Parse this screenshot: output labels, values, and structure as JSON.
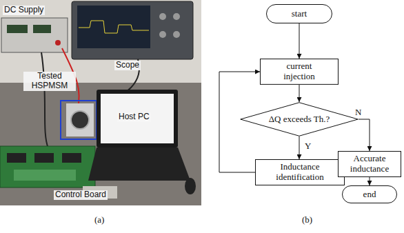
{
  "diagram": {
    "nodes": [
      {
        "text": [
          "start"
        ]
      },
      {
        "text": [
          "current injection"
        ]
      },
      {
        "text": [
          "ΔQ exceeds Th.?"
        ]
      },
      {
        "text": [
          "Inductance identification"
        ]
      },
      {
        "text": [
          "Accurate inductance"
        ]
      },
      {
        "text": [
          "end"
        ]
      }
    ],
    "edges": [
      {
        "from": 0,
        "to": 1,
        "arrow": "to"
      },
      {
        "from": 1,
        "to": 2,
        "arrow": "to"
      },
      {
        "from": 2,
        "to": 3,
        "label": "Y",
        "arrow": "to"
      },
      {
        "from": 2,
        "to": 4,
        "label": "N",
        "arrow": "to"
      },
      {
        "from": 4,
        "to": 5,
        "arrow": "to"
      },
      {
        "from": 3,
        "to": 1,
        "arrow": "to"
      }
    ],
    "labels": [
      "DC Supply",
      "Scope",
      "Tested HSPMSM",
      "Host PC",
      "Control Board",
      "(a)",
      "(b)"
    ]
  }
}
